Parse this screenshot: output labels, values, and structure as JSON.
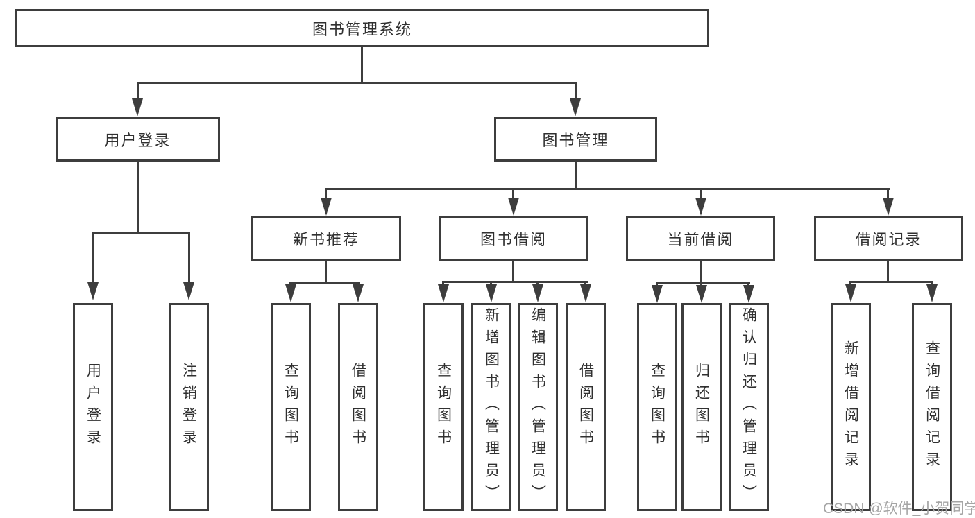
{
  "tree": {
    "root": {
      "label": "图书管理系统"
    },
    "branches": [
      {
        "label": "用户登录",
        "leaves": [
          {
            "label": "用户登录"
          },
          {
            "label": "注销登录"
          }
        ]
      },
      {
        "label": "图书管理",
        "groups": [
          {
            "label": "新书推荐",
            "leaves": [
              {
                "label": "查询图书"
              },
              {
                "label": "借阅图书"
              }
            ]
          },
          {
            "label": "图书借阅",
            "leaves": [
              {
                "label": "查询图书"
              },
              {
                "label": "新增图书（管理员）"
              },
              {
                "label": "编辑图书（管理员）"
              },
              {
                "label": "借阅图书"
              }
            ]
          },
          {
            "label": "当前借阅",
            "leaves": [
              {
                "label": "查询图书"
              },
              {
                "label": "归还图书"
              },
              {
                "label": "确认归还（管理员）"
              }
            ]
          },
          {
            "label": "借阅记录",
            "leaves": [
              {
                "label": "新增借阅记录"
              },
              {
                "label": "查询借阅记录"
              }
            ]
          }
        ]
      }
    ]
  },
  "watermark": {
    "text": "CSDN @软件_小贺同学"
  },
  "colors": {
    "line": "#3d3d3d",
    "text": "#303030",
    "background": "#ffffff",
    "watermark": "#a5a5a5"
  }
}
